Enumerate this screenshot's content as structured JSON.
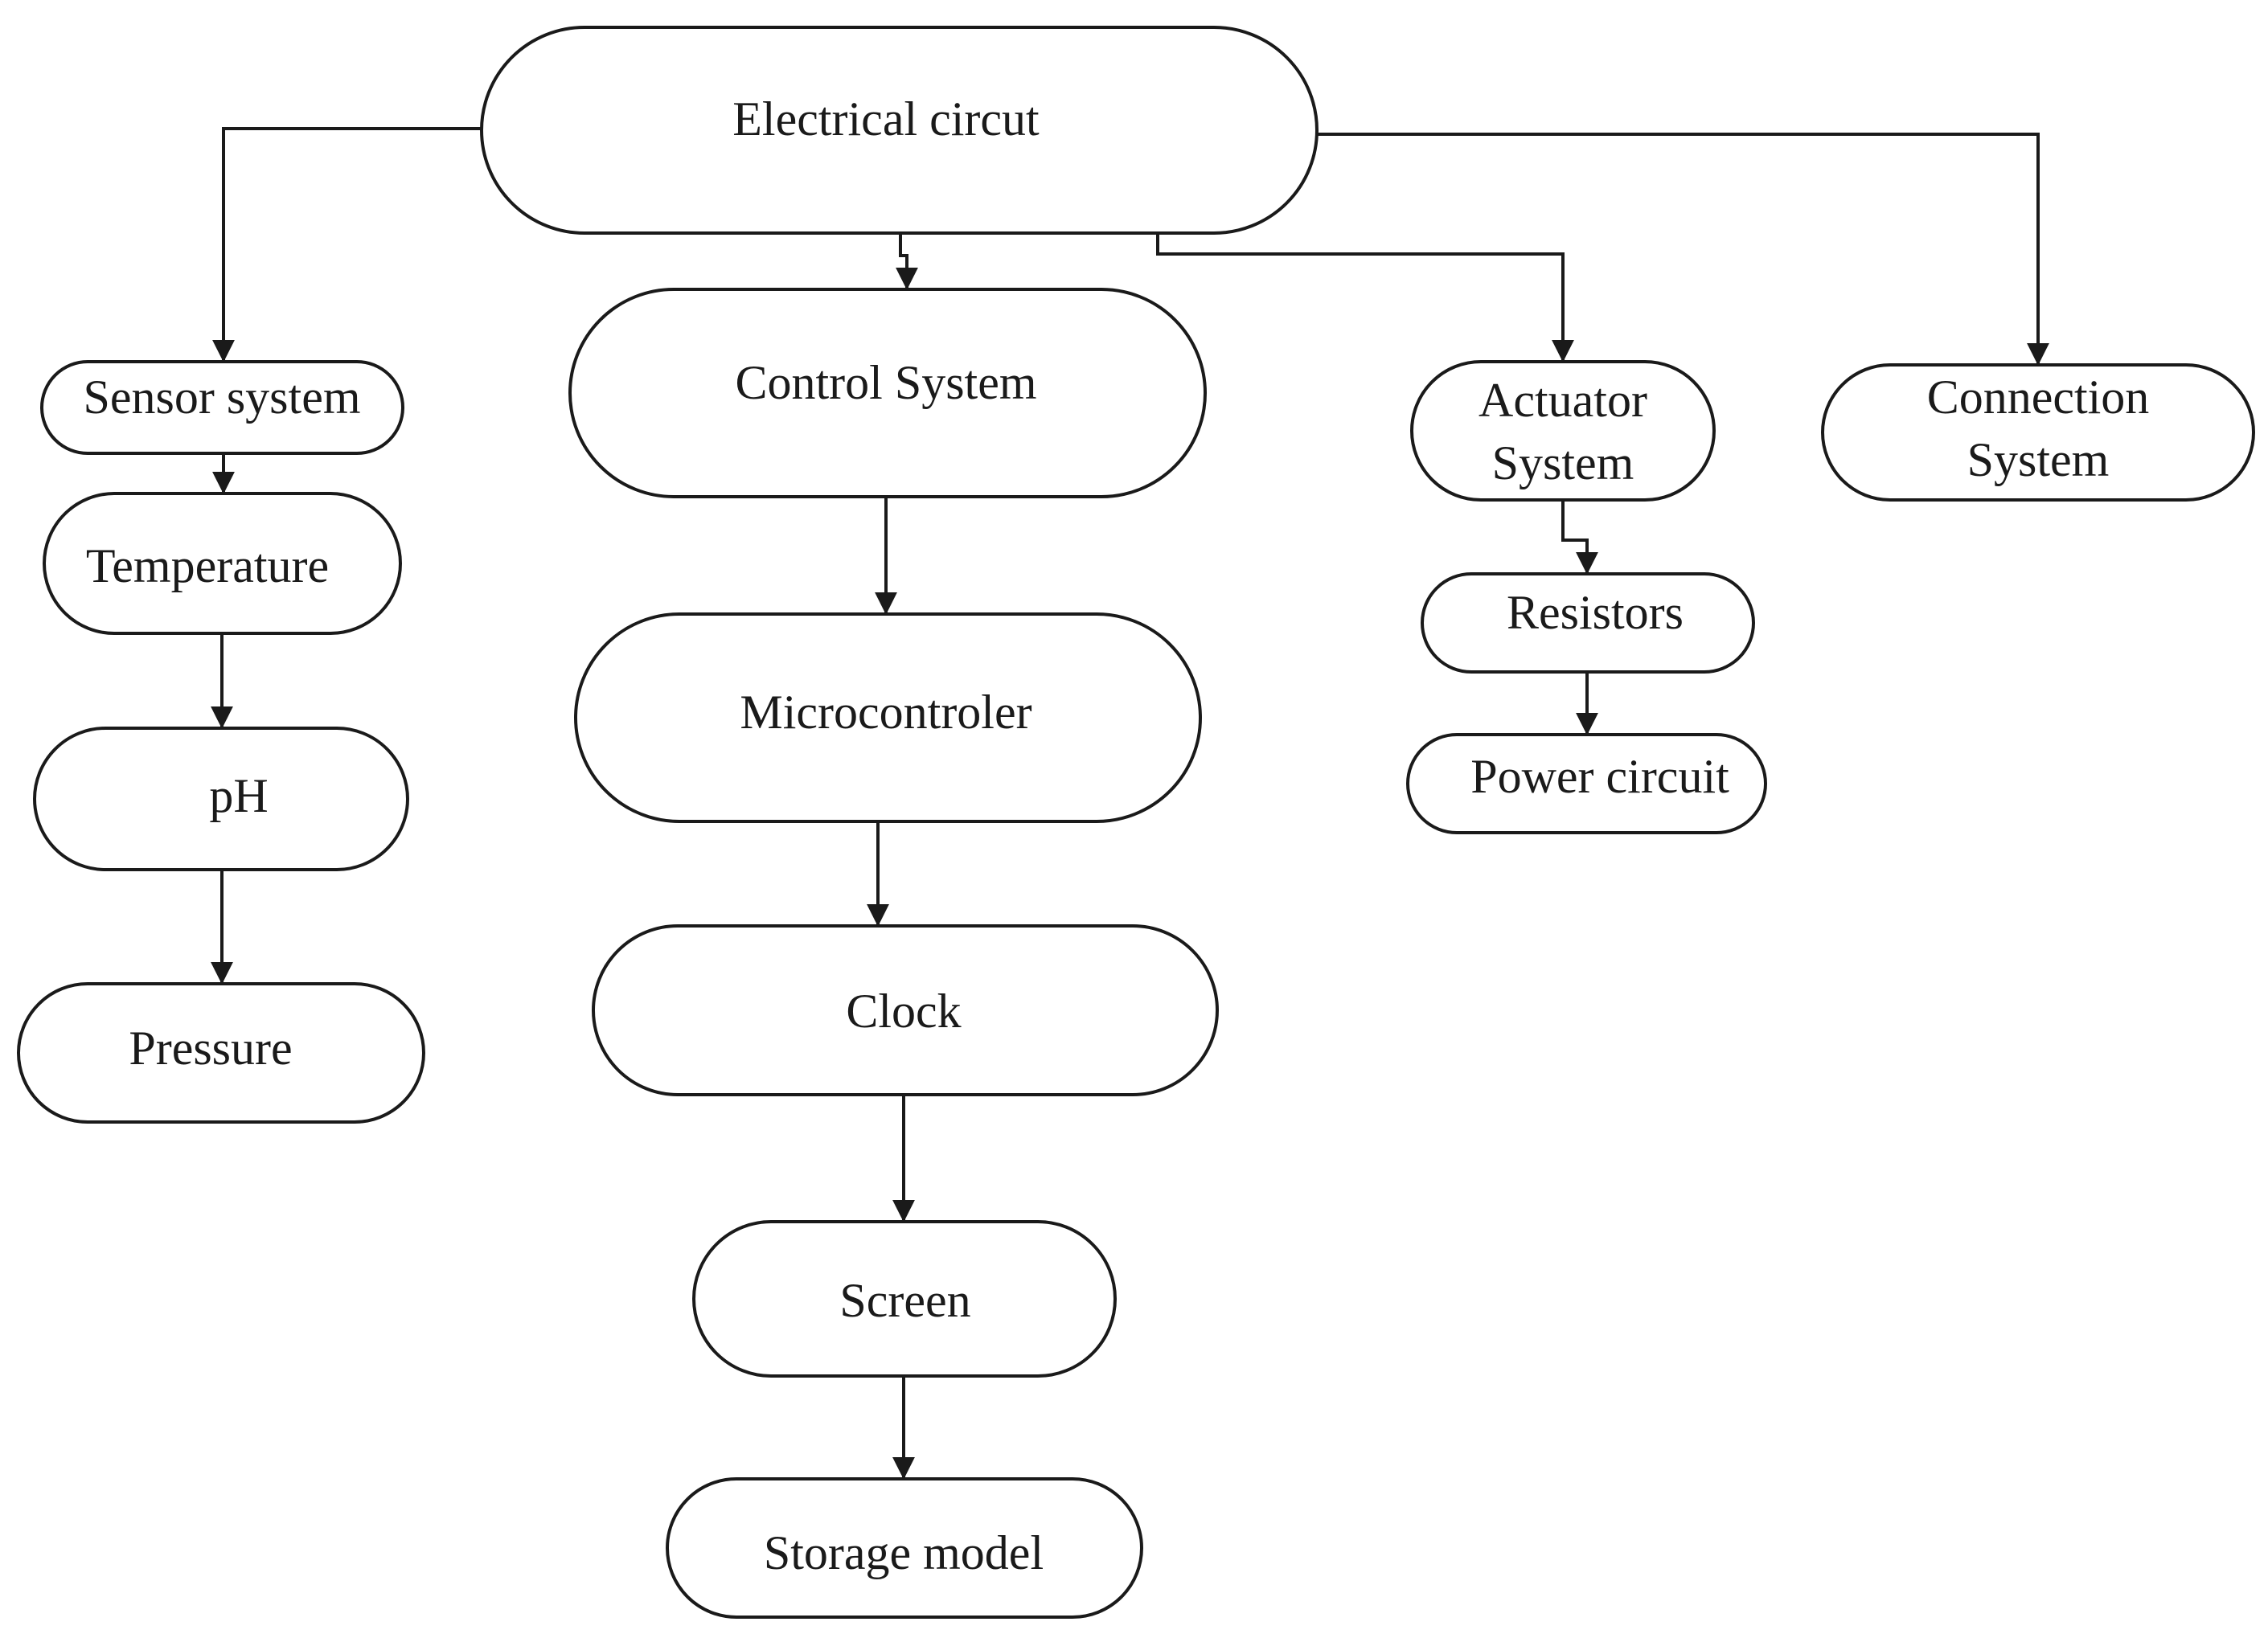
{
  "nodes": {
    "electrical_circuit": "Electrical circut",
    "sensor_system": "Sensor system",
    "temperature": "Temperature",
    "ph": "pH",
    "pressure": "Pressure",
    "control_system": "Control System",
    "microcontroler": "Microcontroler",
    "clock": "Clock",
    "screen": "Screen",
    "storage_model": "Storage model",
    "actuator_system_line1": "Actuator",
    "actuator_system_line2": "System",
    "resistors": "Resistors",
    "power_circuit": "Power circuit",
    "connection_system_line1": "Connection",
    "connection_system_line2": "System"
  },
  "edges": [
    {
      "from": "Electrical circut",
      "to": "Sensor system"
    },
    {
      "from": "Electrical circut",
      "to": "Control System"
    },
    {
      "from": "Electrical circut",
      "to": "Actuator System"
    },
    {
      "from": "Electrical circut",
      "to": "Connection System"
    },
    {
      "from": "Sensor system",
      "to": "Temperature"
    },
    {
      "from": "Temperature",
      "to": "pH"
    },
    {
      "from": "pH",
      "to": "Pressure"
    },
    {
      "from": "Control System",
      "to": "Microcontroler"
    },
    {
      "from": "Microcontroler",
      "to": "Clock"
    },
    {
      "from": "Clock",
      "to": "Screen"
    },
    {
      "from": "Screen",
      "to": "Storage model"
    },
    {
      "from": "Actuator System",
      "to": "Resistors"
    },
    {
      "from": "Resistors",
      "to": "Power circuit"
    }
  ],
  "colors": {
    "stroke": "#1a1a1a",
    "background": "#ffffff"
  }
}
